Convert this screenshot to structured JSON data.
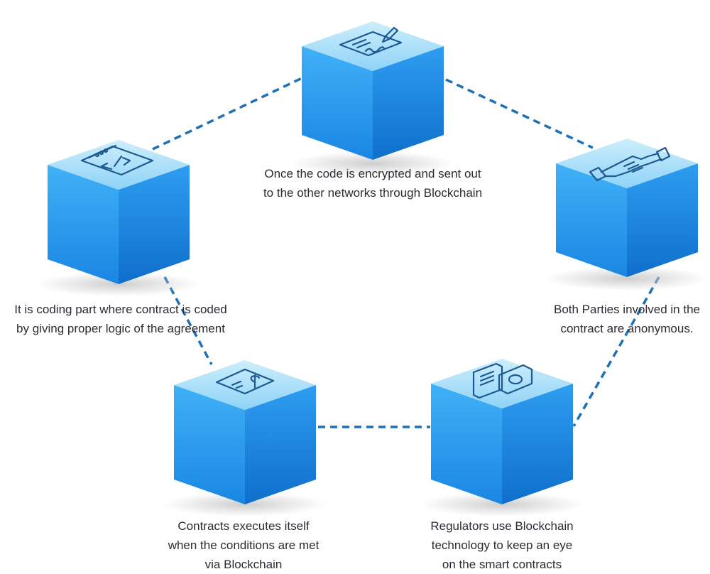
{
  "colors": {
    "cube_top_light": "#cdeefc",
    "cube_top_dark": "#8fd3f7",
    "cube_left_light": "#40b1f7",
    "cube_left_dark": "#1a86e3",
    "cube_right_light": "#2e9df0",
    "cube_right_dark": "#0f6fcc",
    "connector": "#1c70b8",
    "icon_stroke": "#1e5a92",
    "shadow": "#c9c9c9",
    "text": "#2b2b33"
  },
  "nodes": [
    {
      "id": "top",
      "icon": "signed-document-icon",
      "caption_lines": [
        "Once the code is encrypted and sent out",
        "to the other networks through Blockchain"
      ]
    },
    {
      "id": "right",
      "icon": "handshake-icon",
      "caption_lines": [
        "Both Parties involved in the",
        "contract are anonymous."
      ]
    },
    {
      "id": "bottom-right",
      "icon": "money-document-icon",
      "caption_lines": [
        "Regulators use Blockchain",
        "technology to keep an eye",
        "on the smart contracts"
      ]
    },
    {
      "id": "bottom-left",
      "icon": "dollar-file-icon",
      "caption_lines": [
        "Contracts executes itself",
        "when the conditions are met",
        "via Blockchain"
      ]
    },
    {
      "id": "left",
      "icon": "code-window-icon",
      "caption_lines": [
        "It is coding part where contract is coded",
        "by giving proper logic of the agreement"
      ]
    }
  ],
  "connections": [
    [
      "top",
      "right"
    ],
    [
      "right",
      "bottom-right"
    ],
    [
      "bottom-right",
      "bottom-left"
    ],
    [
      "bottom-left",
      "left"
    ],
    [
      "left",
      "top"
    ]
  ]
}
